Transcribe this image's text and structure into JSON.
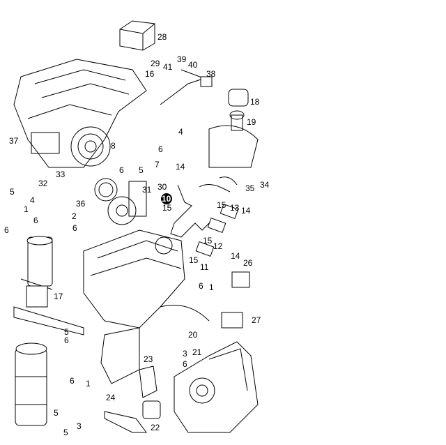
{
  "diagram": {
    "title": "Engine exploded parts diagram",
    "highlighted_part": "10",
    "labels": [
      "28",
      "29",
      "16",
      "39",
      "40",
      "41",
      "38",
      "18",
      "19",
      "4",
      "6",
      "8",
      "7",
      "5",
      "6",
      "37",
      "14",
      "30",
      "31",
      "33",
      "32",
      "36",
      "15",
      "35",
      "34",
      "15",
      "13",
      "14",
      "5",
      "4",
      "1",
      "2",
      "6",
      "6",
      "6",
      "15",
      "12",
      "14",
      "15",
      "11",
      "26",
      "6",
      "1",
      "17",
      "27",
      "5",
      "6",
      "20",
      "21",
      "3",
      "6",
      "23",
      "6",
      "1",
      "24",
      "5",
      "3",
      "5",
      "22"
    ]
  }
}
